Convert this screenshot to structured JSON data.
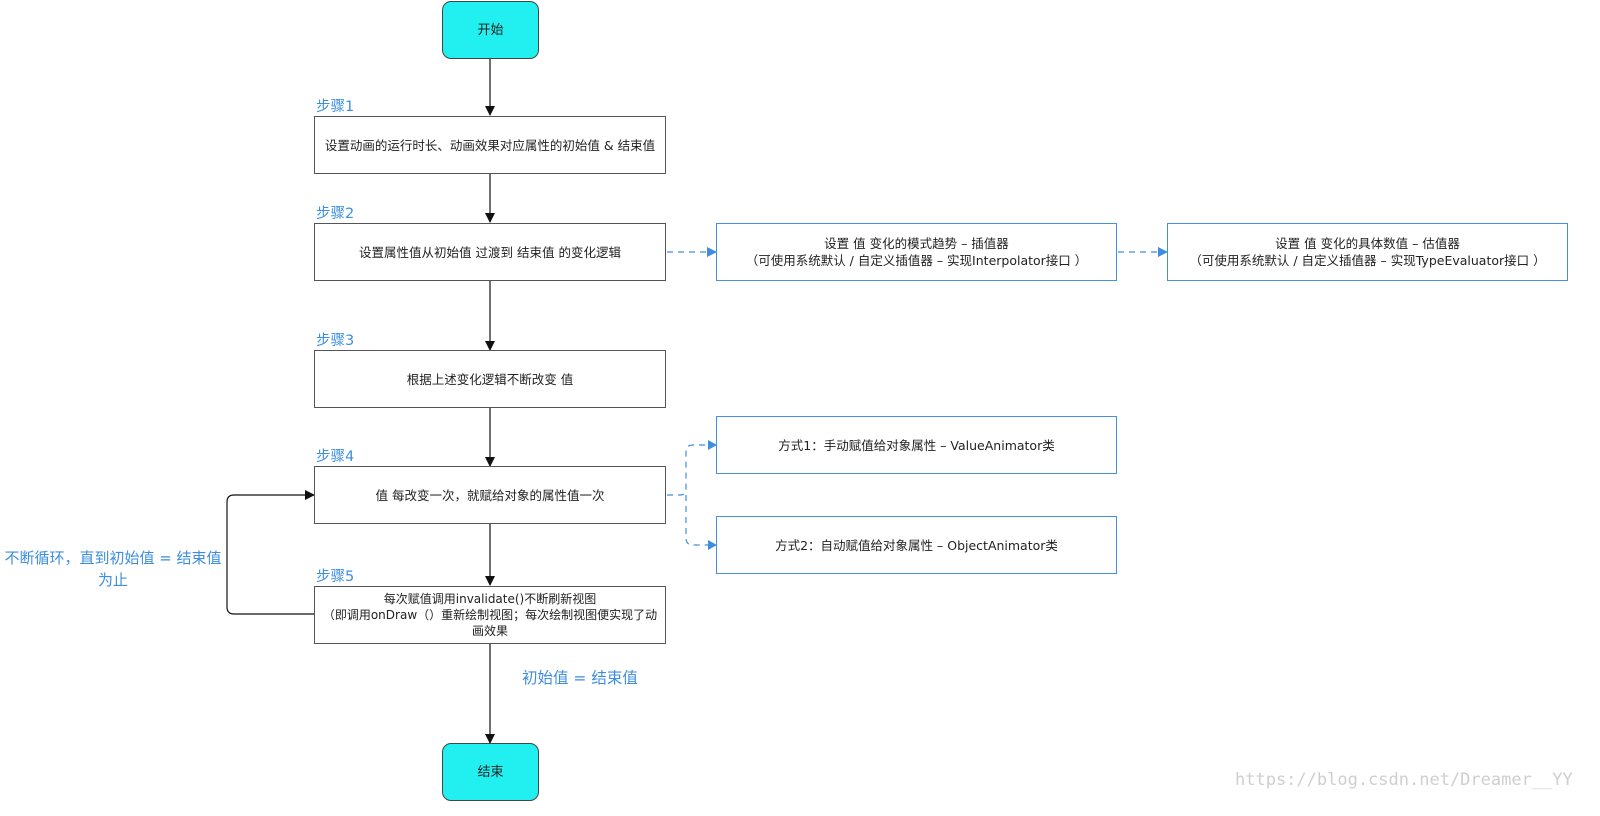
{
  "colors": {
    "accent_blue": "#3d8ee0",
    "terminal_fill": "#22f0f0",
    "box_border": "#555555",
    "blue_border": "#4a90d9"
  },
  "nodes": {
    "start": "开始",
    "end": "结束",
    "step1": "设置动画的运行时长、动画效果对应属性的初始值 & 结束值",
    "step2": "设置属性值从初始值 过渡到 结束值 的变化逻辑",
    "step3": "根据上述变化逻辑不断改变 值",
    "step4": "值 每改变一次，就赋给对象的属性值一次",
    "step5": "每次赋值调用invalidate()不断刷新视图\n（即调用onDraw（）重新绘制视图；每次绘制视图便实现了动画效果",
    "interpolator": "设置 值 变化的模式趋势 – 插值器\n（可使用系统默认 / 自定义插值器 – 实现Interpolator接口 ）",
    "evaluator": "设置 值 变化的具体数值 – 估值器\n（可使用系统默认 / 自定义插值器 – 实现TypeEvaluator接口 ）",
    "method1": "方式1：手动赋值给对象属性 – ValueAnimator类",
    "method2": "方式2：自动赋值给对象属性 – ObjectAnimator类"
  },
  "step_labels": {
    "s1": "步骤1",
    "s2": "步骤2",
    "s3": "步骤3",
    "s4": "步骤4",
    "s5": "步骤5"
  },
  "loop_label": "不断循环，直到初始值 = 结束值\n为止",
  "condition_label": "初始值 = 结束值",
  "watermark": "https://blog.csdn.net/Dreamer__YY"
}
